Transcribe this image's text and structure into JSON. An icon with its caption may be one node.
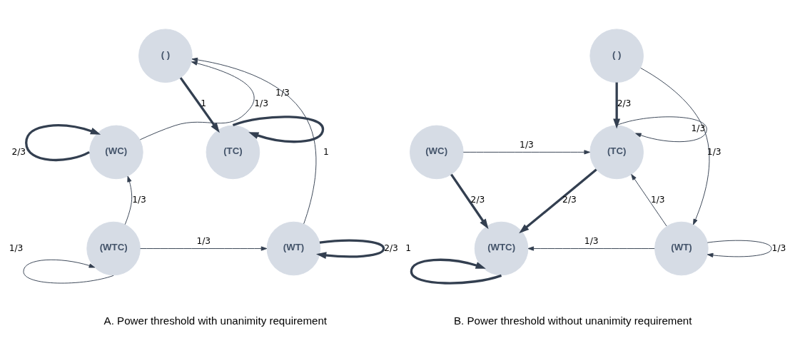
{
  "diagram": {
    "nodes": [
      {
        "text": [
          "( )"
        ]
      },
      {
        "text": [
          "(WC)"
        ]
      },
      {
        "text": [
          "(TC)"
        ]
      },
      {
        "text": [
          "(WTC)"
        ]
      },
      {
        "text": [
          "(WT)"
        ]
      },
      {
        "text": [
          "( )"
        ]
      },
      {
        "text": [
          "(WC)"
        ]
      },
      {
        "text": [
          "(TC)"
        ]
      },
      {
        "text": [
          "(WTC)"
        ]
      },
      {
        "text": [
          "(WT)"
        ]
      }
    ],
    "edges": [
      {
        "from": 1,
        "to": 0,
        "arrow": "to",
        "label": "1/3"
      },
      {
        "from": 0,
        "to": 2,
        "arrow": "to",
        "label": "1",
        "style": "thick"
      },
      {
        "from": 2,
        "to": 2,
        "arrow": "to",
        "label": "1",
        "style": "thick"
      },
      {
        "from": 1,
        "to": 1,
        "arrow": "to",
        "label": "2/3",
        "style": "thick"
      },
      {
        "from": 3,
        "to": 1,
        "arrow": "to",
        "label": "1/3"
      },
      {
        "from": 3,
        "to": 4,
        "arrow": "to",
        "label": "1/3"
      },
      {
        "from": 3,
        "to": 3,
        "arrow": "to",
        "label": "1/3"
      },
      {
        "from": 4,
        "to": 0,
        "arrow": "to",
        "label": "1/3"
      },
      {
        "from": 4,
        "to": 4,
        "arrow": "to",
        "label": "2/3",
        "style": "thick"
      },
      {
        "from": 5,
        "to": 7,
        "arrow": "to",
        "label": "2/3",
        "style": "thick"
      },
      {
        "from": 5,
        "to": 9,
        "arrow": "to",
        "label": "1/3"
      },
      {
        "from": 6,
        "to": 7,
        "arrow": "to",
        "label": "1/3"
      },
      {
        "from": 7,
        "to": 7,
        "arrow": "to",
        "label": "1/3"
      },
      {
        "from": 6,
        "to": 8,
        "arrow": "to",
        "label": "2/3",
        "style": "thick"
      },
      {
        "from": 7,
        "to": 8,
        "arrow": "to",
        "label": "2/3",
        "style": "thick"
      },
      {
        "from": 9,
        "to": 7,
        "arrow": "to",
        "label": "1/3"
      },
      {
        "from": 9,
        "to": 8,
        "arrow": "to",
        "label": "1/3"
      },
      {
        "from": 9,
        "to": 9,
        "arrow": "to",
        "label": "1/3"
      },
      {
        "from": 8,
        "to": 8,
        "arrow": "to",
        "label": "1",
        "style": "thick"
      }
    ],
    "labels": [
      "A. Power threshold with unanimity requirement",
      "B. Power threshold without unanimity requirement"
    ]
  }
}
